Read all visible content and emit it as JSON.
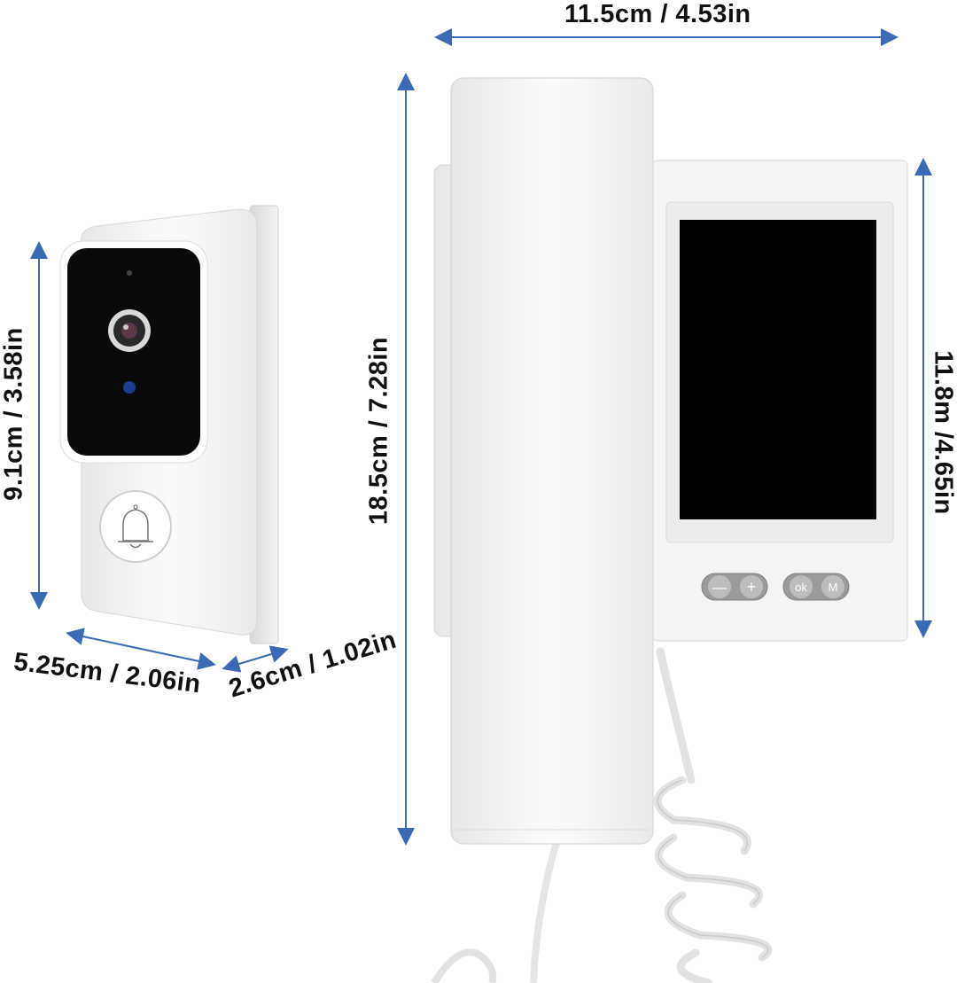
{
  "doorbell": {
    "height_label": "9.1cm / 3.58in",
    "width_label": "5.25cm / 2.06in",
    "depth_label": "2.6cm / 1.02in"
  },
  "monitor": {
    "width_label": "11.5cm / 4.53in",
    "height_label": "18.5cm / 7.28in",
    "screen_height_label": "11.8m /4.65in",
    "buttons": [
      "—",
      "+",
      "ok",
      "M"
    ]
  },
  "colors": {
    "arrow": "#3a6ab3",
    "screen": "#000000",
    "body": "#f2f2f2"
  }
}
